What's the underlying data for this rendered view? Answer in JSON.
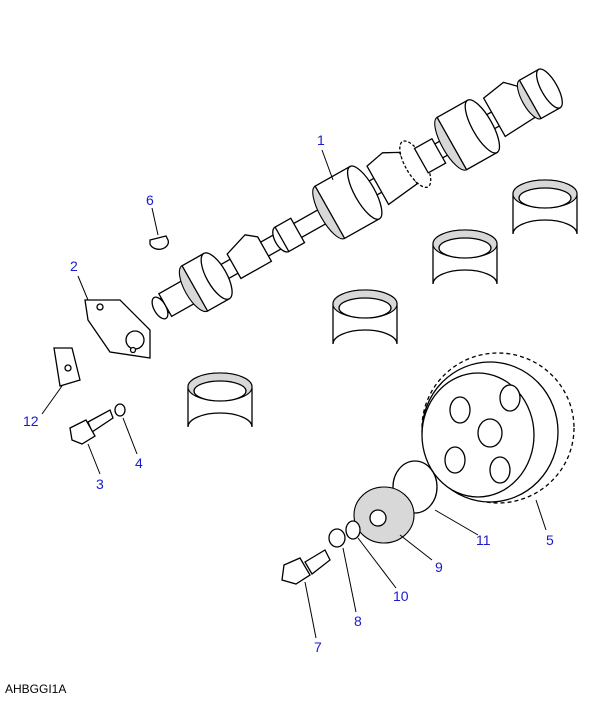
{
  "diagram": {
    "code": "AHBGGI1A",
    "callouts": [
      "1",
      "2",
      "3",
      "4",
      "5",
      "6",
      "7",
      "8",
      "9",
      "10",
      "11",
      "12"
    ],
    "label_color": "#1a1acc"
  }
}
